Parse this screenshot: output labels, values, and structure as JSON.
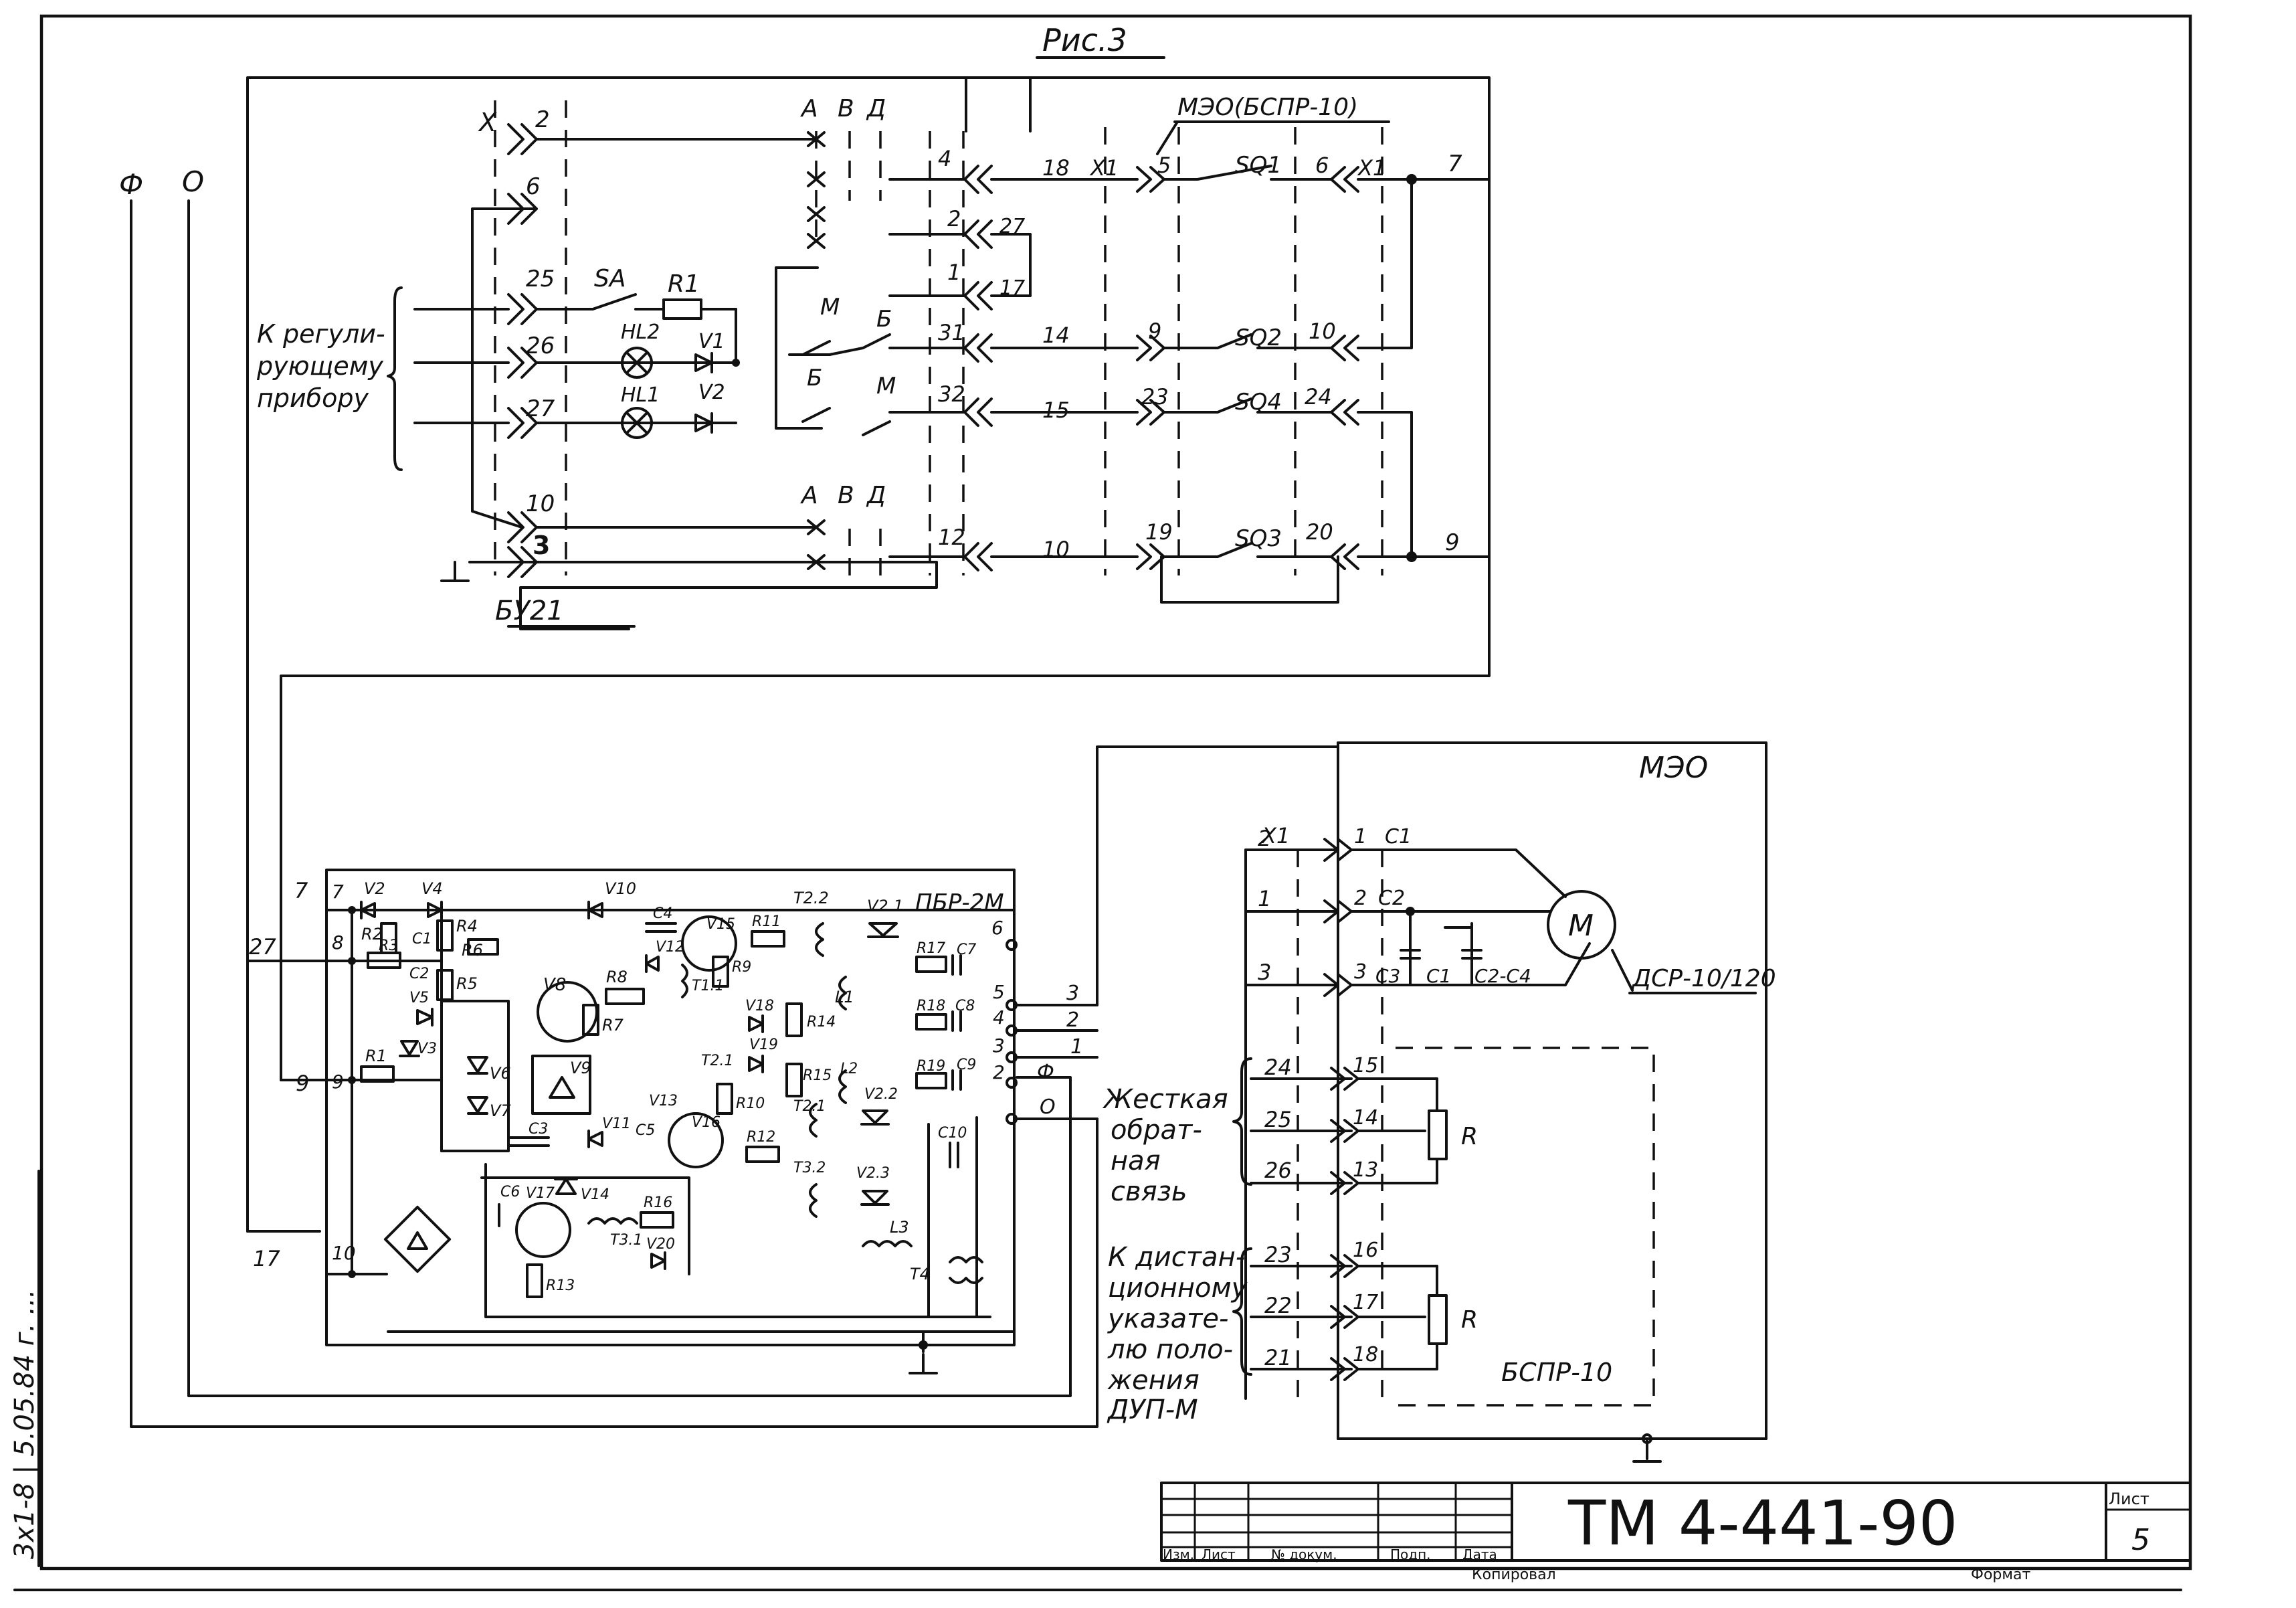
{
  "title": "Рис.3",
  "phase_labels": {
    "phi": "Ф",
    "zero": "О"
  },
  "bu21": {
    "name": "БУ21",
    "connector": "Х",
    "pins": [
      "2",
      "6",
      "25",
      "26",
      "27",
      "10",
      "3"
    ],
    "switch_labels": {
      "sa": "SA",
      "r1": "R1",
      "hl2": "HL2",
      "hl1": "HL1",
      "v1": "V1",
      "v2": "V2"
    },
    "contact_headers": [
      "А",
      "В",
      "Д"
    ],
    "mb": {
      "m1": "М",
      "b1": "Б",
      "b2": "Б",
      "m2": "М"
    },
    "out_pins": [
      "4",
      "2",
      "1",
      "31",
      "32",
      "12"
    ],
    "jumper": [
      "27",
      "17"
    ],
    "regulator_label": [
      "К регули-",
      "рующему",
      "прибору"
    ]
  },
  "meo_bspr": {
    "name": "МЭО(БСПР-10)",
    "x1": "Х1",
    "wires": [
      "18",
      "14",
      "15",
      "10"
    ],
    "switches": [
      {
        "name": "SQ1",
        "in": "5",
        "out": "6"
      },
      {
        "name": "SQ2",
        "in": "9",
        "out": "10"
      },
      {
        "name": "SQ4",
        "in": "23",
        "out": "24"
      },
      {
        "name": "SQ3",
        "in": "19",
        "out": "20"
      }
    ],
    "right": [
      "7",
      "9"
    ]
  },
  "pbr": {
    "name": "ПБР-2М",
    "left_pins": [
      "7",
      "8",
      "9",
      "10"
    ],
    "left_wires": [
      "7",
      "27",
      "9",
      "17"
    ],
    "right_pins": [
      "6",
      "5",
      "4",
      "3",
      "2"
    ],
    "out_wires": [
      "3",
      "2",
      "1",
      "Ф",
      "О"
    ],
    "components": [
      "V2",
      "V4",
      "V10",
      "R2",
      "C1",
      "R3",
      "R4",
      "R6",
      "C2",
      "R5",
      "V5",
      "V3",
      "R1",
      "V6",
      "V7",
      "V8",
      "V9",
      "R8",
      "R7",
      "C3",
      "V11",
      "V13",
      "C5",
      "V16",
      "V12",
      "C4",
      "V15",
      "T1.1",
      "R11",
      "R9",
      "V18",
      "R14",
      "T2.1",
      "V19",
      "R10",
      "R15",
      "R12",
      "C6",
      "V17",
      "V14",
      "T3.1",
      "R16",
      "V20",
      "R13",
      "T2.2",
      "V2.1",
      "L1",
      "R17",
      "C7",
      "R18",
      "C8",
      "R19",
      "C9",
      "L2",
      "T2.1",
      "V2.2",
      "T3.2",
      "V2.3",
      "C10",
      "L3",
      "T4"
    ]
  },
  "meo": {
    "name": "МЭО",
    "x1": "Х1",
    "wires": [
      "2",
      "1",
      "3"
    ],
    "pins": [
      [
        "1",
        "С1"
      ],
      [
        "2",
        "С2"
      ],
      [
        "3",
        "С3"
      ]
    ],
    "caps": [
      "С1",
      "С2-С4"
    ],
    "motor": "М",
    "motor_type": "ДСР-10/120",
    "feedback_label": [
      "Жесткая",
      "обрат-",
      "ная",
      "связь"
    ],
    "feedback_wires": [
      "24",
      "25",
      "26"
    ],
    "feedback_pins": [
      "15",
      "14",
      "13"
    ],
    "pos_label": [
      "К дистан-",
      "ционному",
      "указате-",
      "лю поло-",
      "жения",
      "ДУП-М"
    ],
    "pos_wires": [
      "23",
      "22",
      "21"
    ],
    "pos_pins": [
      "16",
      "17",
      "18"
    ],
    "resistor": "R",
    "bspr": "БСПР-10"
  },
  "side_stamp": "3х1-8 | 5.05.84 г. ...",
  "title_block": {
    "doc": "ТМ 4-441-90",
    "sheet_label": "Лист",
    "sheet": "5",
    "cols": [
      "Изм.",
      "Лист",
      "№ докум.",
      "Подп.",
      "Дата"
    ],
    "copied": "Копировал",
    "format": "Формат"
  }
}
